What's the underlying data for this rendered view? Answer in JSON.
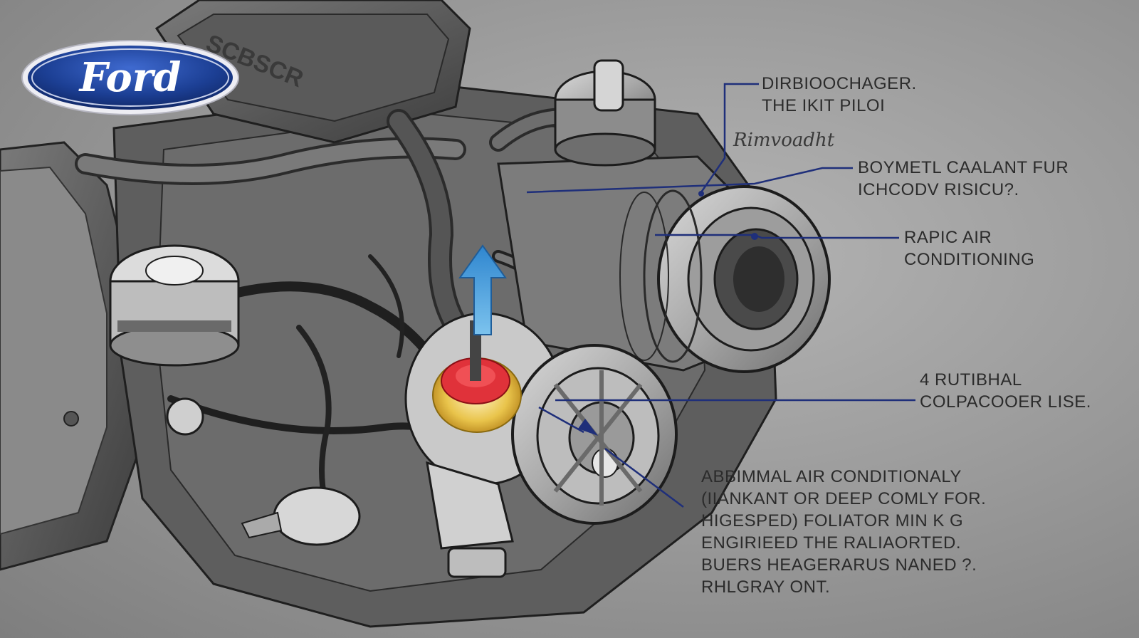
{
  "logo": {
    "text": "Ford",
    "colors": {
      "oval": "#1c3f94",
      "rim": "#e8e8f0"
    }
  },
  "engine_cover": {
    "text": "SCBSCR"
  },
  "callouts": [
    {
      "lines": [
        "DIRBIOOCHAGER.",
        "THE IKIT PILOI"
      ]
    },
    {
      "lines": [
        "BOYMETL CAALANT FUR",
        "ICHCODV RISICU?."
      ]
    },
    {
      "lines": [
        "RAPIC AIR",
        "CONDITIONING"
      ]
    },
    {
      "lines": [
        "4 RUTIBHAL",
        "COLPACOOER LISE."
      ]
    },
    {
      "lines": [
        "ABBIMMAL AIR CONDITIONALY",
        "(IIANKANT OR DEEP COMLY FOR.",
        "HIGESPED) FOLIATOR MIN K G",
        "ENGIRIEED THE RALIAORTED.",
        "BUERS HEAGERARUS NANED ?.",
        "RHLGRAY ONT."
      ]
    }
  ],
  "handwritten_note": "Rimvoadht",
  "colors": {
    "leader_line": "#1f2f7a",
    "arrow_blue": "#3c9ad8",
    "ring_red": "#e0323a",
    "ring_yellow": "#e9c44b"
  }
}
